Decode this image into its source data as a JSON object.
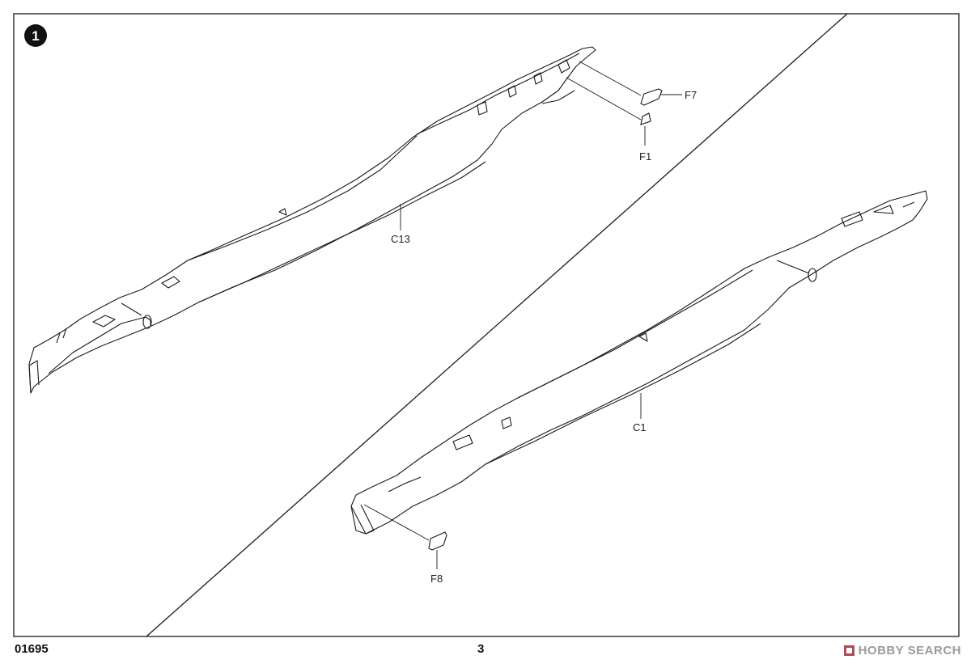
{
  "step": {
    "number": "1"
  },
  "parts": {
    "c13": "C13",
    "c1": "C1",
    "f7": "F7",
    "f1": "F1",
    "f8": "F8"
  },
  "footer": {
    "catalog_number": "01695",
    "page_number": "3"
  },
  "watermark": {
    "text": "HOBBY SEARCH",
    "icon": "hobby-search-logo-icon"
  },
  "colors": {
    "line": "#1a1a1a",
    "background": "#ffffff",
    "watermark": "#9a9a9a"
  }
}
